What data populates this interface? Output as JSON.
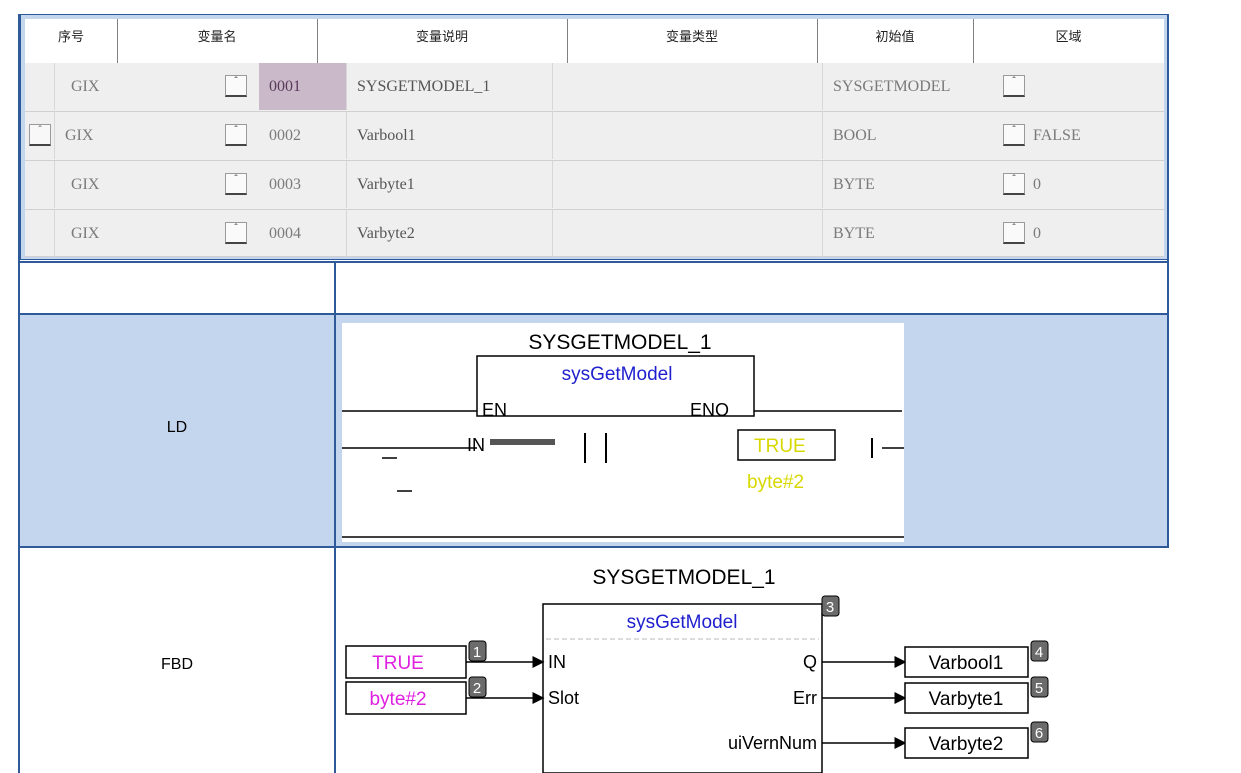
{
  "var_table": {
    "headers": [
      "序号",
      "变量名",
      "变量说明",
      "变量类型",
      "初始值",
      "区域"
    ],
    "rows": [
      {
        "scope": "GIX",
        "no": "0001",
        "name": "SYSGETMODEL_1",
        "type": "SYSGETMODEL",
        "init": ""
      },
      {
        "scope": "GIX",
        "no": "0002",
        "name": "Varbool1",
        "type": "BOOL",
        "init": "FALSE"
      },
      {
        "scope": "GIX",
        "no": "0003",
        "name": "Varbyte1",
        "type": "BYTE",
        "init": "0"
      },
      {
        "scope": "GIX",
        "no": "0004",
        "name": "Varbyte2",
        "type": "BYTE",
        "init": "0"
      }
    ]
  },
  "rows": {
    "ld_label": "LD",
    "fbd_label": "FBD"
  },
  "ld": {
    "instance": "SYSGETMODEL_1",
    "func": "sysGetModel",
    "pin_en": "EN",
    "pin_eno": "ENO",
    "pin_in": "IN",
    "const_true": "TRUE",
    "const_byte": "byte#2"
  },
  "fbd": {
    "instance": "SYSGETMODEL_1",
    "func": "sysGetModel",
    "inputs": [
      {
        "value": "TRUE",
        "tag": "1",
        "pin": "IN"
      },
      {
        "value": "byte#2",
        "tag": "2",
        "pin": "Slot"
      }
    ],
    "block_tag": "3",
    "outputs": [
      {
        "pin": "Q",
        "target": "Varbool1",
        "tag": "4"
      },
      {
        "pin": "Err",
        "target": "Varbyte1",
        "tag": "5"
      },
      {
        "pin": "uiVernNum",
        "target": "Varbyte2",
        "tag": "6"
      }
    ]
  },
  "colors": {
    "grid_line": "#2f5a9a",
    "header_fill": "#c4d6ee",
    "func_name": "#1f1fcf",
    "const_magenta": "#e020e0",
    "const_yellow": "#d8d800",
    "tag_fill": "#6b6b6b"
  }
}
